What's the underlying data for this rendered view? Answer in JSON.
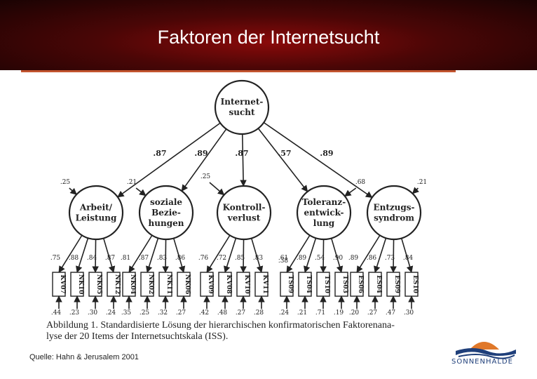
{
  "slide": {
    "title": "Faktoren der Internetsucht",
    "caption_line1": "Abbildung 1. Standardisierte Lösung der hierarchischen konfirmatorischen Faktorenana-",
    "caption_line2": "lyse der 20 Items der Internetsuchtskala (ISS).",
    "source": "Quelle: Hahn & Jerusalem 2001",
    "logo_text": "SONNENHALDE"
  },
  "diagram": {
    "top": {
      "lines": [
        "Internet-",
        "sucht"
      ]
    },
    "factors": [
      {
        "lines": [
          "Arbeit/",
          "Leistung"
        ],
        "loading": ".87",
        "residual": ".25",
        "items": [
          "KV07",
          "NK10",
          "NK05",
          "NK12"
        ],
        "item_loadings": [
          ".75",
          ".88",
          ".84",
          ".87"
        ],
        "item_residuals": [
          ".44",
          ".23",
          ".30",
          ".24"
        ]
      },
      {
        "lines": [
          "soziale",
          "Bezie-",
          "hungen"
        ],
        "loading": ".89",
        "residual": ".21",
        "items": [
          "NK04",
          "NK02",
          "NK11",
          "NK06"
        ],
        "item_loadings": [
          ".81",
          ".87",
          ".83",
          ".86"
        ],
        "item_residuals": [
          ".35",
          ".25",
          ".32",
          ".27"
        ]
      },
      {
        "lines": [
          "Kontroll-",
          "verlust"
        ],
        "loading": ".87",
        "residual": ".25",
        "items": [
          "KV09",
          "KV08",
          "KV10",
          "KV11"
        ],
        "item_loadings": [
          ".76",
          ".72",
          ".85",
          ".83"
        ],
        "item_residuals": [
          ".42",
          ".48",
          ".27",
          ".28"
        ]
      },
      {
        "lines": [
          "Toleranz-",
          "entwick-",
          "lung"
        ],
        "loading": ".57",
        "residual": ".68",
        "items": [
          "TS09",
          "TS04",
          "TS10",
          "TS03"
        ],
        "item_loadings": [
          ".61",
          ".89",
          ".54",
          ".90"
        ],
        "item_residuals": [
          ".24",
          ".21",
          ".71",
          ".19"
        ]
      },
      {
        "lines": [
          "Entzugs-",
          "syndrom"
        ],
        "loading": ".89",
        "residual": ".21",
        "items": [
          "ES06",
          "ES04",
          "ES09",
          "ES10"
        ],
        "item_loadings": [
          ".89",
          ".86",
          ".73",
          ".84"
        ],
        "item_residuals": [
          ".20",
          ".27",
          ".47",
          ".30"
        ]
      }
    ],
    "cross_loading": ".38"
  },
  "colors": {
    "header_dark": "#1a0303",
    "header_red": "#8a0a0a",
    "rule": "#c2542f",
    "logo_blue": "#1f3f7a",
    "logo_orange": "#e0782a"
  }
}
